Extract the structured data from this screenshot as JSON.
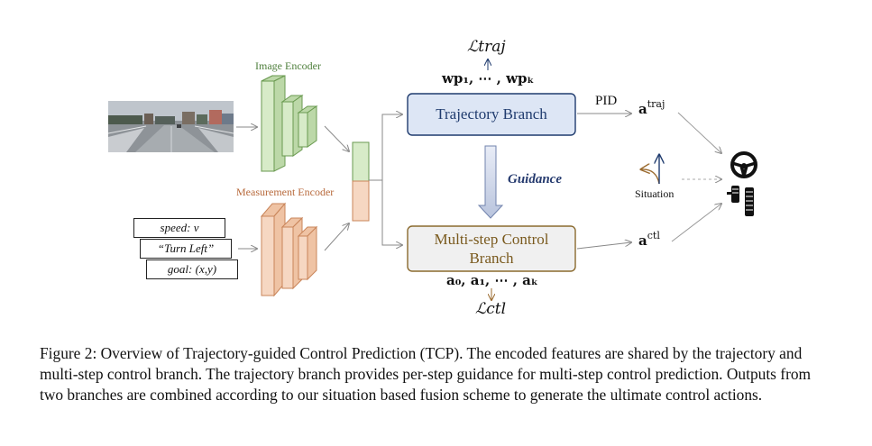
{
  "encoders": {
    "image_label": "Image Encoder",
    "measurement_label": "Measurement Encoder"
  },
  "inputs": {
    "speed": "speed: v",
    "command": "“Turn Left”",
    "goal": "goal: (x,y)"
  },
  "branches": {
    "trajectory": "Trajectory Branch",
    "control_line1": "Multi-step Control",
    "control_line2": "Branch"
  },
  "guidance": "Guidance",
  "pid": "PID",
  "situation": "Situation",
  "math": {
    "loss_traj": "ℒtraj",
    "waypoints": "wp₁, ⋯ , wpₖ",
    "actions": "a₀, a₁, ⋯ , aₖ",
    "loss_ctl": "ℒctl",
    "a_base": "a",
    "traj_sup": "traj",
    "ctl_sup": "ctl"
  },
  "colors": {
    "encoder_green": "#d7ebc8",
    "encoder_green_border": "#6a9a50",
    "encoder_orange": "#f6d7c2",
    "encoder_orange_border": "#c9855a",
    "trajectory_fill": "#dde6f5",
    "trajectory_border": "#1f3b6e",
    "control_fill": "#f0f0f0",
    "control_border": "#8a6a2e"
  },
  "icons": [
    "steering-wheel-icon",
    "pedals-icon",
    "road-scene-image"
  ],
  "caption": "Figure 2: Overview of Trajectory-guided Control Prediction (TCP). The encoded features are shared by the trajectory and multi-step control branch. The trajectory branch provides per-step guidance for multi-step control prediction. Outputs from two branches are combined according to our situation based fusion scheme to generate the ultimate control actions."
}
